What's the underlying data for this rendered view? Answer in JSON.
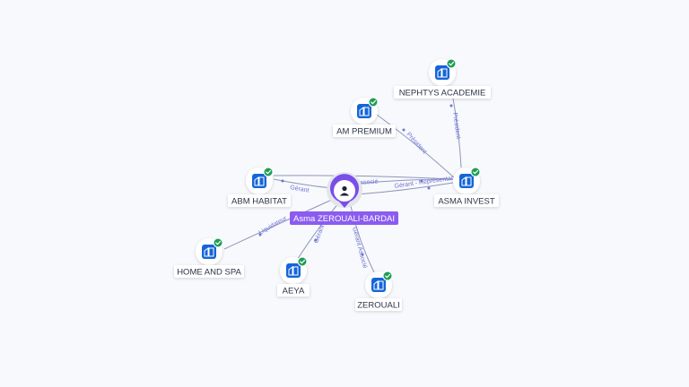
{
  "colors": {
    "background": "#f8f9fc",
    "edge": "#8e95b8",
    "edge_label": "#6b73d6",
    "company_icon": "#1565d8",
    "check_badge": "#1f9d55",
    "person_accent": "#7a4ee8",
    "person_label_bg": "#8a5cf0"
  },
  "person": {
    "name": "Asma ZEROUALI-BARDAI",
    "icon": "person-icon"
  },
  "companies": [
    {
      "id": "nephtys",
      "name": "NEPHTYS ACADEMIE",
      "icon": "building-icon",
      "verified": true
    },
    {
      "id": "ampremium",
      "name": "AM PREMIUM",
      "icon": "building-icon",
      "verified": true
    },
    {
      "id": "abm",
      "name": "ABM HABITAT",
      "icon": "building-icon",
      "verified": true
    },
    {
      "id": "asma",
      "name": "ASMA INVEST",
      "icon": "building-icon",
      "verified": true
    },
    {
      "id": "home",
      "name": "HOME AND SPA",
      "icon": "building-icon",
      "verified": true
    },
    {
      "id": "aeya",
      "name": "AEYA",
      "icon": "building-icon",
      "verified": true
    },
    {
      "id": "zerouali",
      "name": "ZEROUALI",
      "icon": "building-icon",
      "verified": true
    }
  ],
  "edges": [
    {
      "from": "asma",
      "to": "nephtys",
      "label": "Président"
    },
    {
      "from": "asma",
      "to": "ampremium",
      "label": "Président"
    },
    {
      "from": "person",
      "to": "abm",
      "label": "Gérant"
    },
    {
      "from": "person",
      "to": "asma",
      "label": "Associé"
    },
    {
      "from": "person",
      "to": "asma",
      "label": "Gérant - Représentant"
    },
    {
      "from": "asma",
      "to": "abm",
      "label": ""
    },
    {
      "from": "person",
      "to": "home",
      "label": "Liquidateur"
    },
    {
      "from": "person",
      "to": "aeya",
      "label": "Gérant"
    },
    {
      "from": "person",
      "to": "zerouali",
      "label": "Gérant Associé"
    }
  ]
}
